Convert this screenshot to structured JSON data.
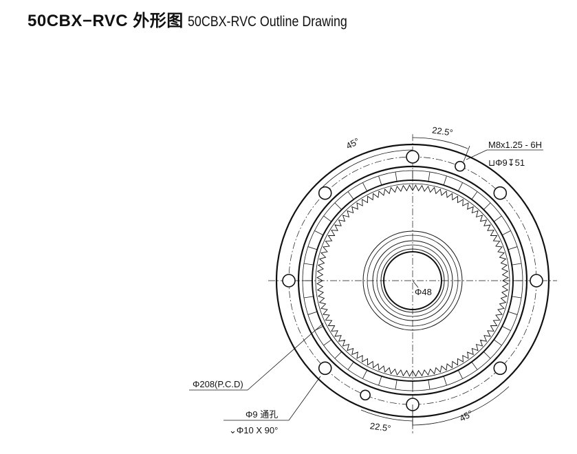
{
  "title": {
    "main": "50CBX−RVC 外形图",
    "sub": "50CBX-RVC Outline Drawing"
  },
  "annotations": {
    "angle_top_left": "45°",
    "angle_top_right": "22.5°",
    "thread_spec": "M8x1.25 - 6H",
    "counterbore_spec": "⊔Φ9↧51",
    "bore_diameter": "Φ48",
    "pcd": "Φ208(P.C.D)",
    "through_hole": "Φ9 通孔",
    "countersink": "⌄Φ10 X 90°",
    "angle_bottom_left": "22.5°",
    "angle_bottom_right": "45°"
  }
}
